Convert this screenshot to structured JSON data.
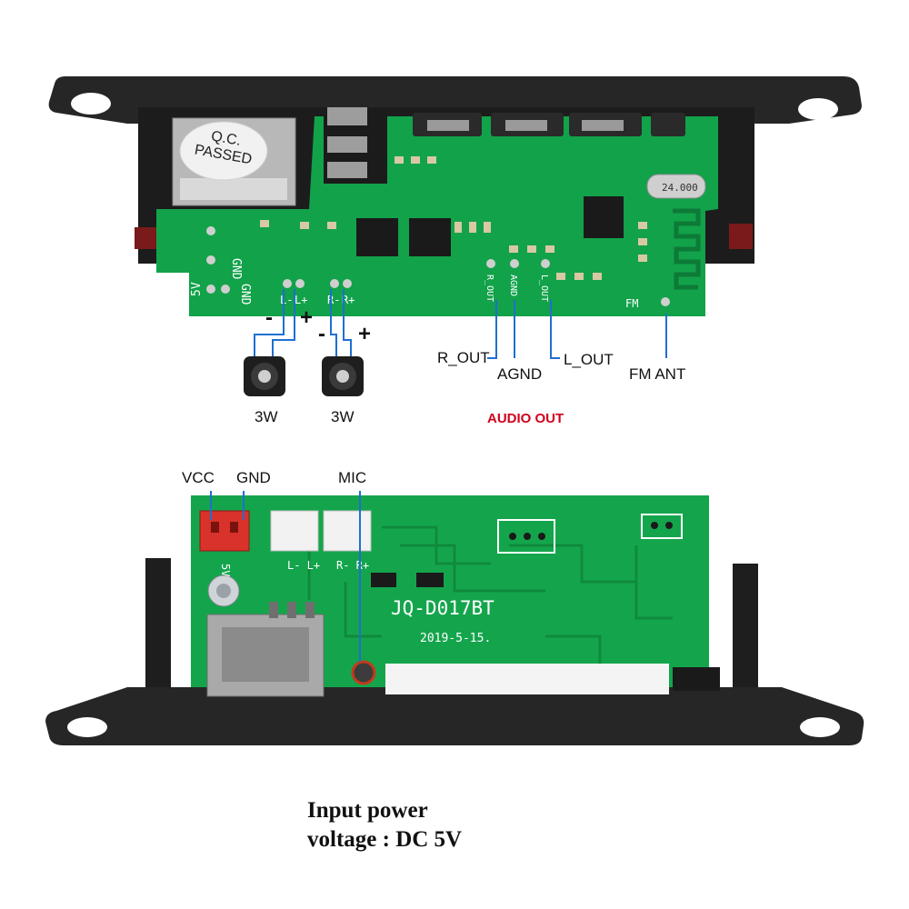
{
  "top_board": {
    "qc_sticker": "Q.C.\nPASSED",
    "pads": {
      "gnd_a": "GND",
      "gnd_b": "GND",
      "v5": "5V",
      "l_minus": "L-",
      "l_plus": "L+",
      "r_minus": "R-",
      "r_plus": "R+",
      "fm": "FM",
      "r_out": "R_OUT",
      "agnd": "AGND",
      "l_out": "L_OUT"
    },
    "crystal": "24.000"
  },
  "speaker_left": {
    "minus": "-",
    "plus": "+",
    "power": "3W"
  },
  "speaker_right": {
    "minus": "-",
    "plus": "+",
    "power": "3W"
  },
  "callouts": {
    "r_out": "R_OUT",
    "agnd": "AGND",
    "l_out": "L_OUT",
    "fm_ant": "FM ANT",
    "audio_out": "AUDIO OUT",
    "vcc": "VCC",
    "gnd": "GND",
    "mic": "MIC"
  },
  "bottom_board": {
    "model": "JQ-D017BT",
    "date": "2019-5-15.",
    "pad_5v": "5V",
    "l_pads": "L- L+",
    "r_pads": "R- R+"
  },
  "caption": {
    "line1": "Input power",
    "line2": "voltage : DC 5V"
  },
  "colors": {
    "pcb": "#12a24a",
    "bezel": "#232323",
    "callout_line": "#1f6fd1",
    "audio_out": "#d0021b"
  }
}
